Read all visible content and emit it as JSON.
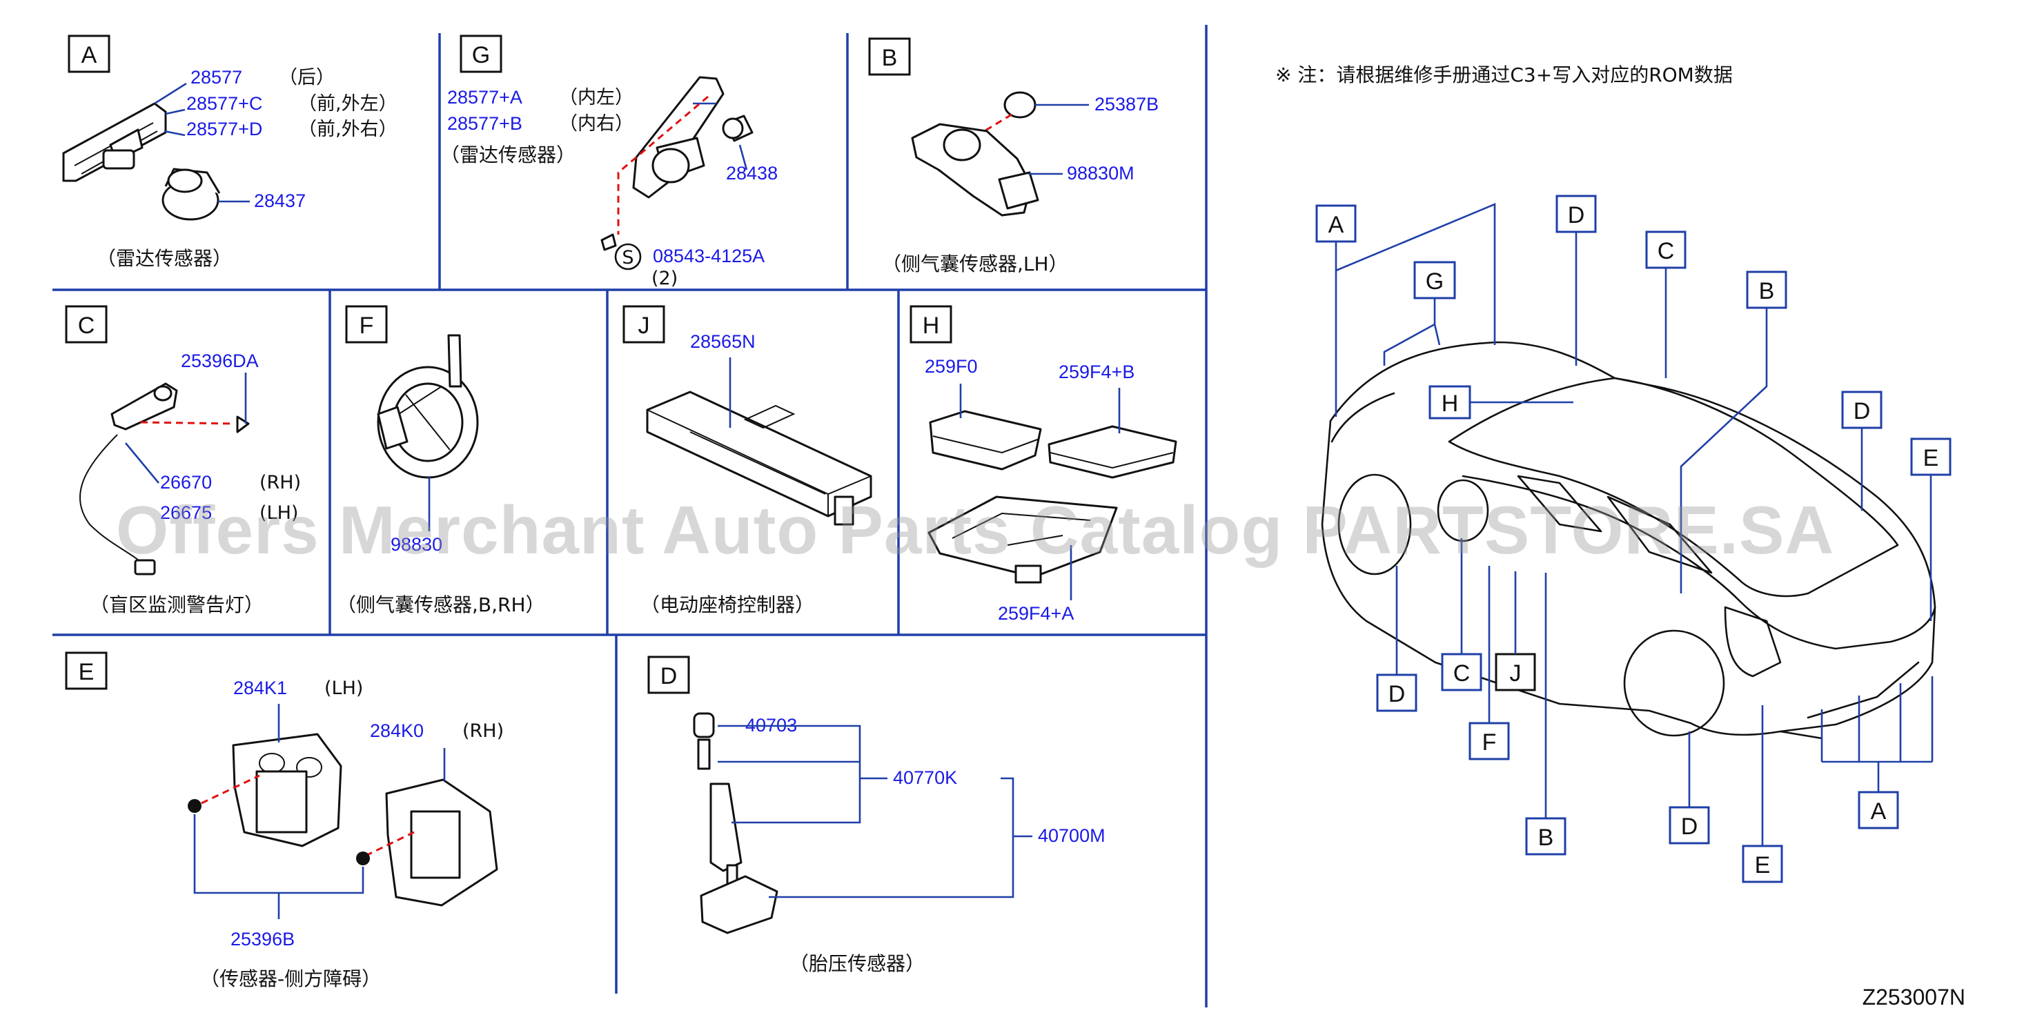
{
  "watermark": "Offers Merchant Auto Parts Catalog PARTSTORE.SA",
  "note": "※ 注：请根据维修手册通过C3+写入对应的ROM数据",
  "diagram_code": "Z253007N",
  "panels": {
    "A": {
      "letter": "A",
      "caption": "（雷达传感器）",
      "p1": "28577",
      "p1_note": "（后）",
      "p2": "28577+C",
      "p2_note": "（前,外左）",
      "p3": "28577+D",
      "p3_note": "（前,外右）",
      "p4": "28437"
    },
    "G": {
      "letter": "G",
      "caption": "（雷达传感器）",
      "p1": "28577+A",
      "p1_note": "（内左）",
      "p2": "28577+B",
      "p2_note": "（内右）",
      "p3": "28438",
      "p4": "08543-4125A",
      "p4_circle": "S",
      "p4_qty": "(2)"
    },
    "B": {
      "letter": "B",
      "caption": "（侧气囊传感器,LH）",
      "p1": "25387B",
      "p2": "98830M"
    },
    "C": {
      "letter": "C",
      "caption": "（盲区监测警告灯）",
      "p1": "25396DA",
      "p2": "26670",
      "p2_note": "(RH)",
      "p3": "26675",
      "p3_note": "(LH)"
    },
    "F": {
      "letter": "F",
      "caption": "（侧气囊传感器,B,RH）",
      "p1": "98830"
    },
    "J": {
      "letter": "J",
      "caption": "（电动座椅控制器）",
      "p1": "28565N"
    },
    "H": {
      "letter": "H",
      "p1": "259F0",
      "p2": "259F4+B",
      "p3": "259F4+A"
    },
    "E": {
      "letter": "E",
      "caption": "（传感器-侧方障碍）",
      "p1": "284K1",
      "p1_note": "(LH)",
      "p2": "284K0",
      "p2_note": "(RH)",
      "p3": "25396B"
    },
    "D": {
      "letter": "D",
      "caption": "（胎压传感器）",
      "p1": "40703",
      "p2": "40770K",
      "p3": "40700M"
    }
  },
  "car_callouts": [
    "A",
    "G",
    "D",
    "C",
    "B",
    "H",
    "D",
    "E",
    "D",
    "C",
    "J",
    "F",
    "B",
    "D",
    "E",
    "A"
  ]
}
